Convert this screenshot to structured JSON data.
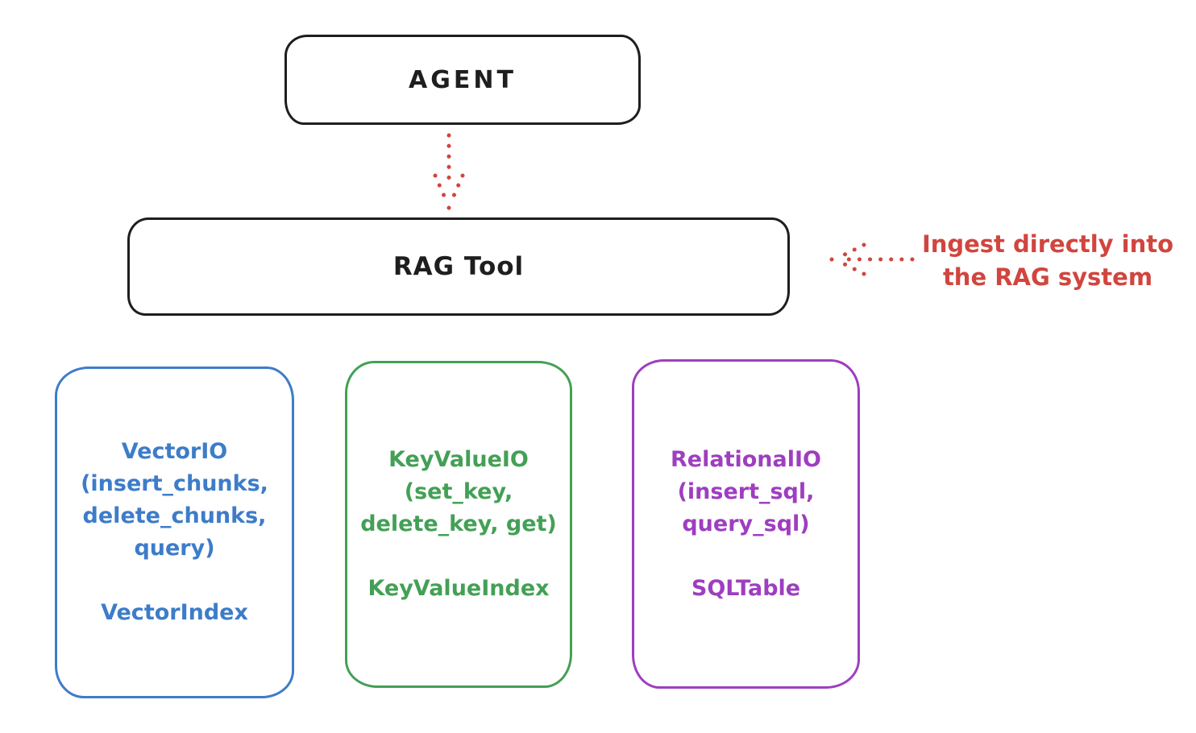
{
  "diagram": {
    "background_color": "#ffffff",
    "colors": {
      "node_stroke": "#1e1e1e",
      "annotation_red": "#d1453e",
      "vector_blue": "#3d7cc9",
      "keyvalue_green": "#43a055",
      "relational_purple": "#9e3ec0"
    },
    "agent": {
      "label": "AGENT"
    },
    "rag_tool": {
      "label": "RAG Tool"
    },
    "annotation": {
      "line1": "Ingest directly into",
      "line2": "the RAG system"
    },
    "arrows": [
      {
        "name": "dotted-down-arrow",
        "from": "AGENT",
        "to": "RAG Tool",
        "style": "dotted",
        "color": "#d1453e"
      },
      {
        "name": "dotted-left-arrow",
        "from": "annotation",
        "to": "RAG Tool",
        "style": "dotted",
        "color": "#d1453e"
      }
    ],
    "backends": [
      {
        "name": "VectorIO",
        "color": "#3d7cc9",
        "lines": [
          "VectorIO",
          "(insert_chunks,",
          "delete_chunks,",
          "query)"
        ],
        "index_label": "VectorIndex"
      },
      {
        "name": "KeyValueIO",
        "color": "#43a055",
        "lines": [
          "KeyValueIO",
          "(set_key,",
          "delete_key, get)"
        ],
        "index_label": "KeyValueIndex"
      },
      {
        "name": "RelationalIO",
        "color": "#9e3ec0",
        "lines": [
          "RelationalIO",
          "(insert_sql,",
          "query_sql)"
        ],
        "index_label": "SQLTable"
      }
    ]
  }
}
